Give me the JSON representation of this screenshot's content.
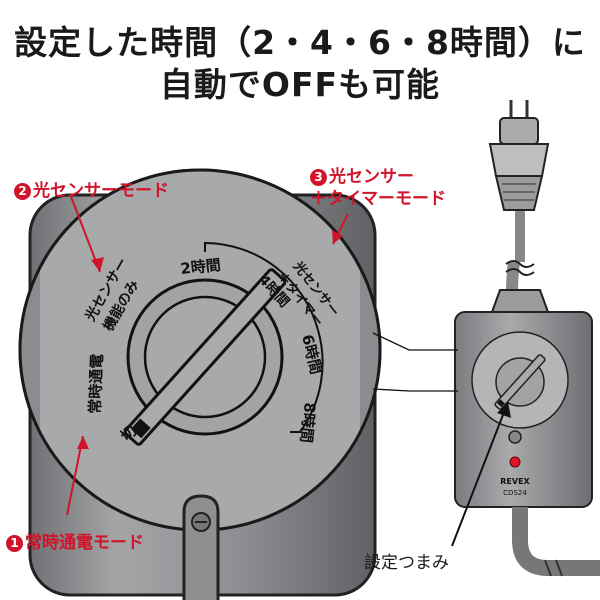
{
  "headline": {
    "line1": "設定した時間（2・4・6・8時間）に",
    "line2": "自動でOFFも可能"
  },
  "callouts": {
    "mode3": {
      "num": "3",
      "line1": "光センサー",
      "line2": "＋タイマーモード"
    },
    "mode2": {
      "num": "2",
      "label": "光センサーモード"
    },
    "mode1": {
      "num": "1",
      "label": "常時通電モード"
    }
  },
  "dial": {
    "off": "切",
    "always_on": "常時通電",
    "sensor_only_1": "光センサー",
    "sensor_only_2": "機能のみ",
    "h2": "2時間",
    "sensor_timer_1": "光センサー",
    "sensor_timer_2": "＋タイマー",
    "h4": "4時間",
    "h6": "6時間",
    "h8": "8時間"
  },
  "device": {
    "brand": "REVEX",
    "model": "CDS24"
  },
  "knob_caption": "設定つまみ",
  "colors": {
    "accent": "#d0142a",
    "body_gray": "#8d8f91",
    "dark": "#1a1a1a"
  }
}
